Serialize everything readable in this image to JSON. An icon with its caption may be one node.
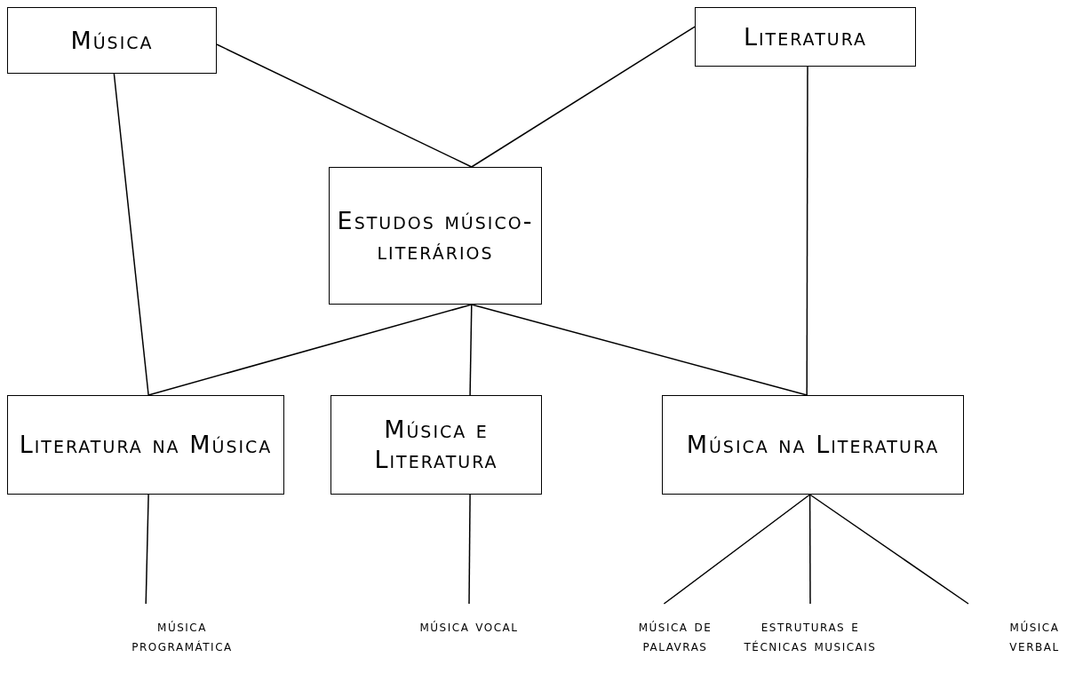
{
  "diagram": {
    "nodes": [
      {
        "text": [
          "Música"
        ]
      },
      {
        "text": [
          "Literatura"
        ]
      },
      {
        "text": [
          "Estudos músico-literários"
        ]
      },
      {
        "text": [
          "Literatura na Música"
        ]
      },
      {
        "text": [
          "Música e Literatura"
        ]
      },
      {
        "text": [
          "Música na Literatura"
        ]
      },
      {
        "text": [
          "música programática"
        ]
      },
      {
        "text": [
          "música vocal"
        ]
      },
      {
        "text": [
          "música de palavras"
        ]
      },
      {
        "text": [
          "estruturas e técnicas musicais"
        ]
      },
      {
        "text": [
          "música verbal"
        ]
      }
    ],
    "edges": [
      {
        "from": 0,
        "to": 2,
        "arrow": "none"
      },
      {
        "from": 1,
        "to": 2,
        "arrow": "none"
      },
      {
        "from": 0,
        "to": 3,
        "arrow": "none"
      },
      {
        "from": 1,
        "to": 5,
        "arrow": "none"
      },
      {
        "from": 2,
        "to": 3,
        "arrow": "none"
      },
      {
        "from": 2,
        "to": 4,
        "arrow": "none"
      },
      {
        "from": 2,
        "to": 5,
        "arrow": "none"
      },
      {
        "from": 3,
        "to": 6,
        "arrow": "none"
      },
      {
        "from": 4,
        "to": 7,
        "arrow": "none"
      },
      {
        "from": 5,
        "to": 8,
        "arrow": "none"
      },
      {
        "from": 5,
        "to": 9,
        "arrow": "none"
      },
      {
        "from": 5,
        "to": 10,
        "arrow": "none"
      }
    ]
  }
}
